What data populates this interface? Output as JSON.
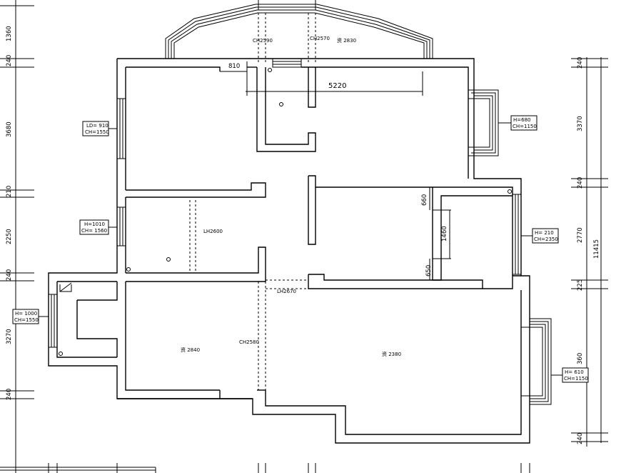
{
  "left_dims": [
    "1360",
    "240",
    "3680",
    "210",
    "2250",
    "240",
    "3270",
    "240"
  ],
  "right_dims": [
    "240",
    "3370",
    "240",
    "2770",
    "225",
    "360",
    "240"
  ],
  "total_dim": "11415",
  "interior_dims": {
    "d810": "810",
    "d5220": "5220",
    "d660": "660",
    "d1460": "1460",
    "d650": "650"
  },
  "window_labels": {
    "w1_line1": "LD= 910",
    "w1_line2": "CH=1550",
    "w2_line1": "H=1010",
    "w2_line2": "CH= 1560",
    "w3_line1": "H= 1000",
    "w3_line2": "CH=1550",
    "w4_line1": "H=680",
    "w4_line2": "CH=1150",
    "w5_line1": "H= 210",
    "w5_line2": "CH=2350",
    "w6_line1": "H= 610",
    "w6_line2": "CH=1150"
  },
  "room_labels": {
    "ch2590": "CH2590",
    "ch2570": "CH2570",
    "top_hall": "资 2830",
    "lh2600": "LH2600",
    "lh2670": "LH2670",
    "ch2580": "CH2580",
    "hall_left": "资 2840",
    "hall_right": "资 2380"
  }
}
